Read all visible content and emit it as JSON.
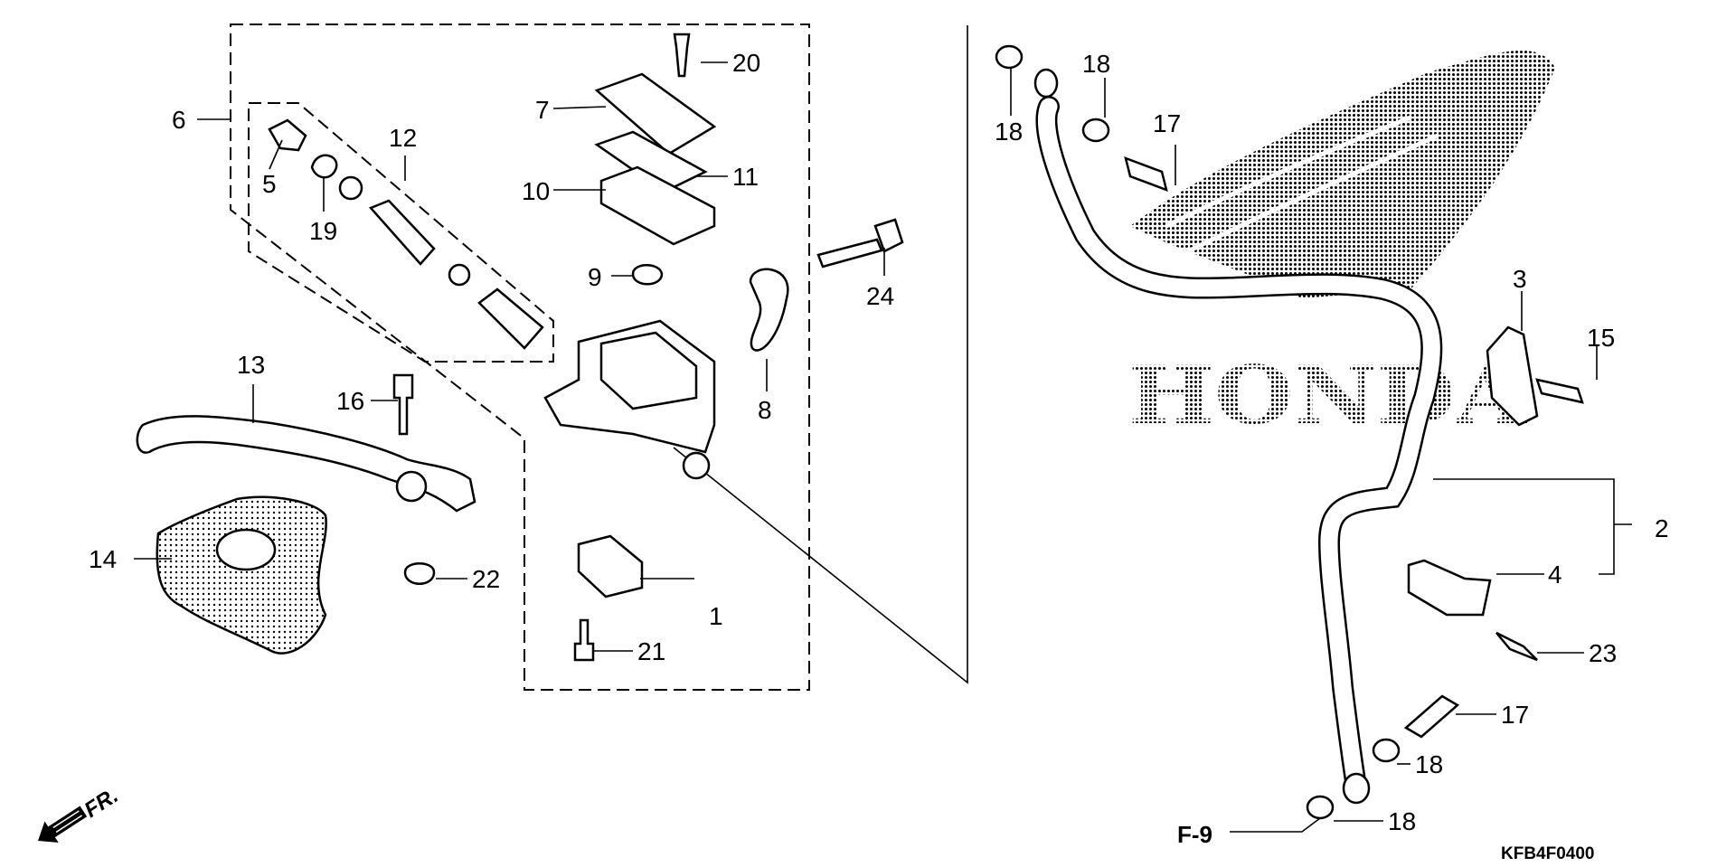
{
  "diagram": {
    "callouts": [
      {
        "id": "c1",
        "label": "1"
      },
      {
        "id": "c2",
        "label": "2"
      },
      {
        "id": "c3",
        "label": "3"
      },
      {
        "id": "c4",
        "label": "4"
      },
      {
        "id": "c5",
        "label": "5"
      },
      {
        "id": "c6",
        "label": "6"
      },
      {
        "id": "c7",
        "label": "7"
      },
      {
        "id": "c8",
        "label": "8"
      },
      {
        "id": "c9",
        "label": "9"
      },
      {
        "id": "c10",
        "label": "10"
      },
      {
        "id": "c11",
        "label": "11"
      },
      {
        "id": "c12",
        "label": "12"
      },
      {
        "id": "c13",
        "label": "13"
      },
      {
        "id": "c14",
        "label": "14"
      },
      {
        "id": "c15",
        "label": "15"
      },
      {
        "id": "c16",
        "label": "16"
      },
      {
        "id": "c17a",
        "label": "17"
      },
      {
        "id": "c17b",
        "label": "17"
      },
      {
        "id": "c18a",
        "label": "18"
      },
      {
        "id": "c18b",
        "label": "18"
      },
      {
        "id": "c18c",
        "label": "18"
      },
      {
        "id": "c18d",
        "label": "18"
      },
      {
        "id": "c19",
        "label": "19"
      },
      {
        "id": "c20",
        "label": "20"
      },
      {
        "id": "c21",
        "label": "21"
      },
      {
        "id": "c22",
        "label": "22"
      },
      {
        "id": "c23",
        "label": "23"
      },
      {
        "id": "c24",
        "label": "24"
      }
    ],
    "page_reference": "F-9",
    "drawing_code": "KFB4F0400",
    "direction_label": "FR.",
    "brand_watermark": "HONDA"
  }
}
